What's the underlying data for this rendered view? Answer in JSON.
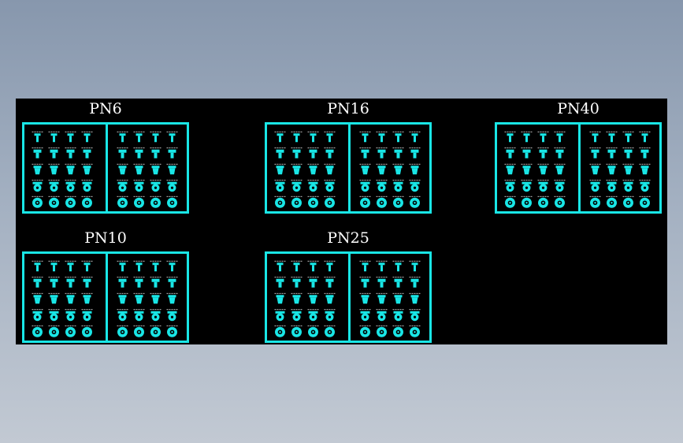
{
  "colors": {
    "background_top": "#8797ad",
    "canvas": "#000000",
    "frame": "#19e6e6",
    "symbol": "#19e6e6",
    "title": "#ffffff"
  },
  "groups": [
    {
      "id": "pn6",
      "label": "PN6"
    },
    {
      "id": "pn16",
      "label": "PN16"
    },
    {
      "id": "pn40",
      "label": "PN40"
    },
    {
      "id": "pn10",
      "label": "PN10"
    },
    {
      "id": "pn25",
      "label": "PN25"
    }
  ],
  "symbol_rows": [
    "tee-small",
    "tee-medium",
    "tee-large",
    "flange-bolted",
    "flange-disc"
  ],
  "symbol_cols_per_panel": 4
}
